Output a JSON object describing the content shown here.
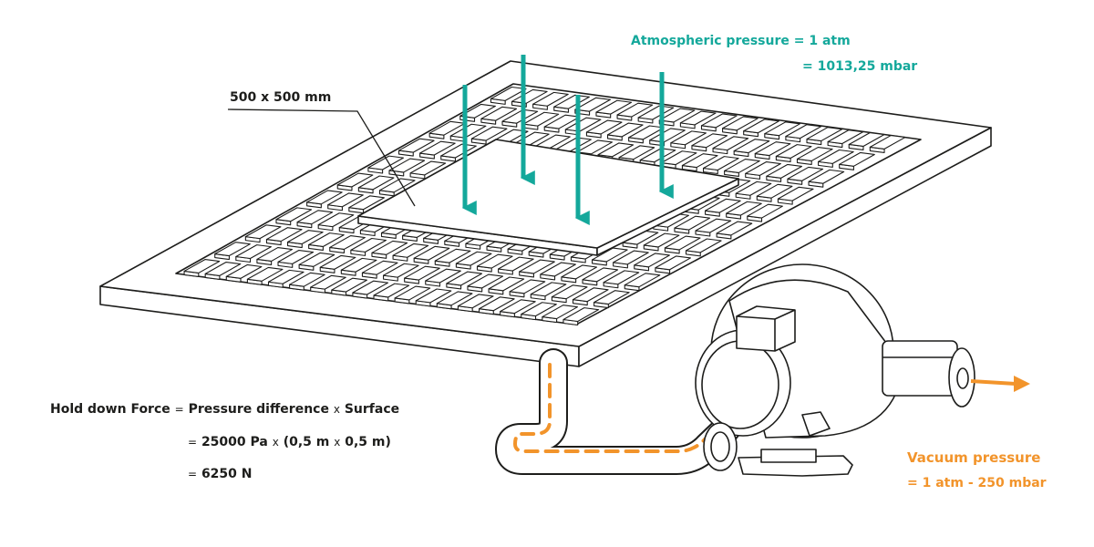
{
  "colors": {
    "atmospheric": "#14a89b",
    "vacuum": "#f2942b",
    "line": "#1d1d1b"
  },
  "labels": {
    "workpiece_size": "500 x 500 mm",
    "atmospheric_line1": "Atmospheric pressure = 1 atm",
    "atmospheric_line2": "= 1013,25 mbar",
    "vacuum_title": "Vacuum pressure",
    "vacuum_value": "= 1 atm - 250 mbar"
  },
  "formula": {
    "line1_left": "Hold down Force",
    "line1_eq": "=",
    "line1_a": "Pressure difference",
    "line1_x": "x",
    "line1_b": "Surface",
    "line2_eq": "=",
    "line2_a": "25000 Pa",
    "line2_x1": "x",
    "line2_b": "(0,5 m",
    "line2_x2": "x",
    "line2_c": "0,5 m)",
    "line3_eq": "=",
    "line3_a": "6250 N"
  },
  "icons": {
    "arrows": "down-arrow-icon",
    "outflow": "right-arrow-icon",
    "pump": "vacuum-pump-icon"
  }
}
